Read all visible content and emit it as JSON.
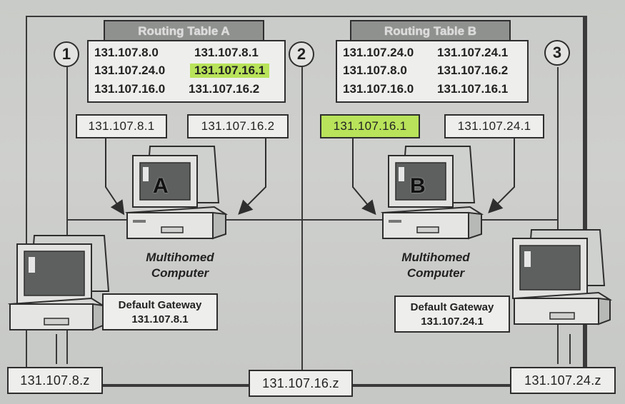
{
  "routing_table_a": {
    "title": "Routing Table A",
    "rows": [
      [
        "131.107.8.0",
        "131.107.8.1"
      ],
      [
        "131.107.24.0",
        "131.107.16.1"
      ],
      [
        "131.107.16.0",
        "131.107.16.2"
      ]
    ]
  },
  "routing_table_b": {
    "title": "Routing Table B",
    "rows": [
      [
        "131.107.24.0",
        "131.107.24.1"
      ],
      [
        "131.107.8.0",
        "131.107.16.2"
      ],
      [
        "131.107.16.0",
        "131.107.16.1"
      ]
    ]
  },
  "networks": [
    {
      "number": "1",
      "address": "131.107.8.z"
    },
    {
      "number": "2",
      "address": "131.107.16.z"
    },
    {
      "number": "3",
      "address": "131.107.24.z"
    }
  ],
  "computer_a": {
    "letter": "A",
    "nic_left": "131.107.8.1",
    "nic_right": "131.107.16.2",
    "caption_line1": "Multihomed",
    "caption_line2": "Computer"
  },
  "computer_b": {
    "letter": "B",
    "nic_left": "131.107.16.1",
    "nic_right": "131.107.24.1",
    "caption_line1": "Multihomed",
    "caption_line2": "Computer"
  },
  "gateway_left": {
    "label": "Default Gateway",
    "address": "131.107.8.1"
  },
  "gateway_right": {
    "label": "Default Gateway",
    "address": "131.107.24.1"
  },
  "highlight_color": "#b8e35a"
}
